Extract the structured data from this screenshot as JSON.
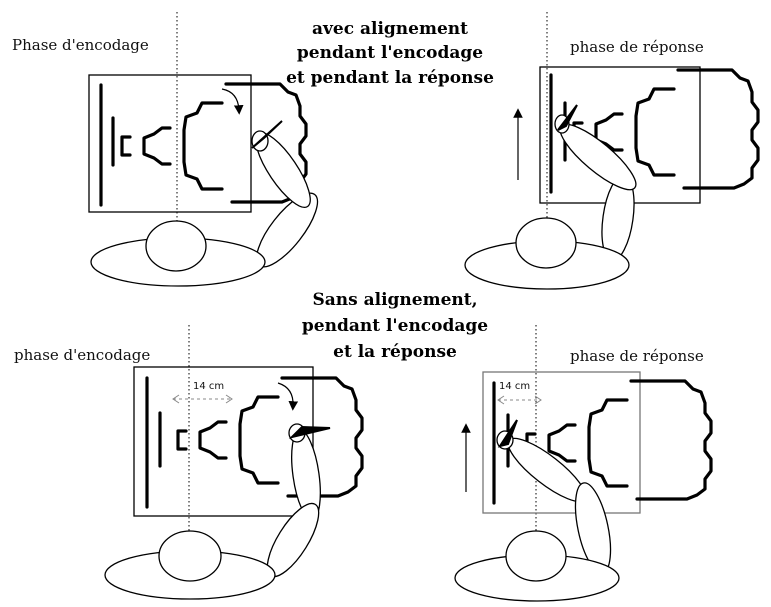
{
  "headings": {
    "top": [
      "avec alignement",
      "pendant l'encodage",
      "et pendant la réponse"
    ],
    "middle": [
      "Sans alignement,",
      "pendant l'encodage",
      "et la réponse"
    ]
  },
  "panels": {
    "top_left": {
      "label": "Phase d'encodage"
    },
    "top_right": {
      "label": "phase de réponse"
    },
    "bottom_left": {
      "label": "phase d'encodage",
      "distance": "14 cm"
    },
    "bottom_right": {
      "label": "phase de réponse",
      "distance": "14 cm"
    }
  }
}
